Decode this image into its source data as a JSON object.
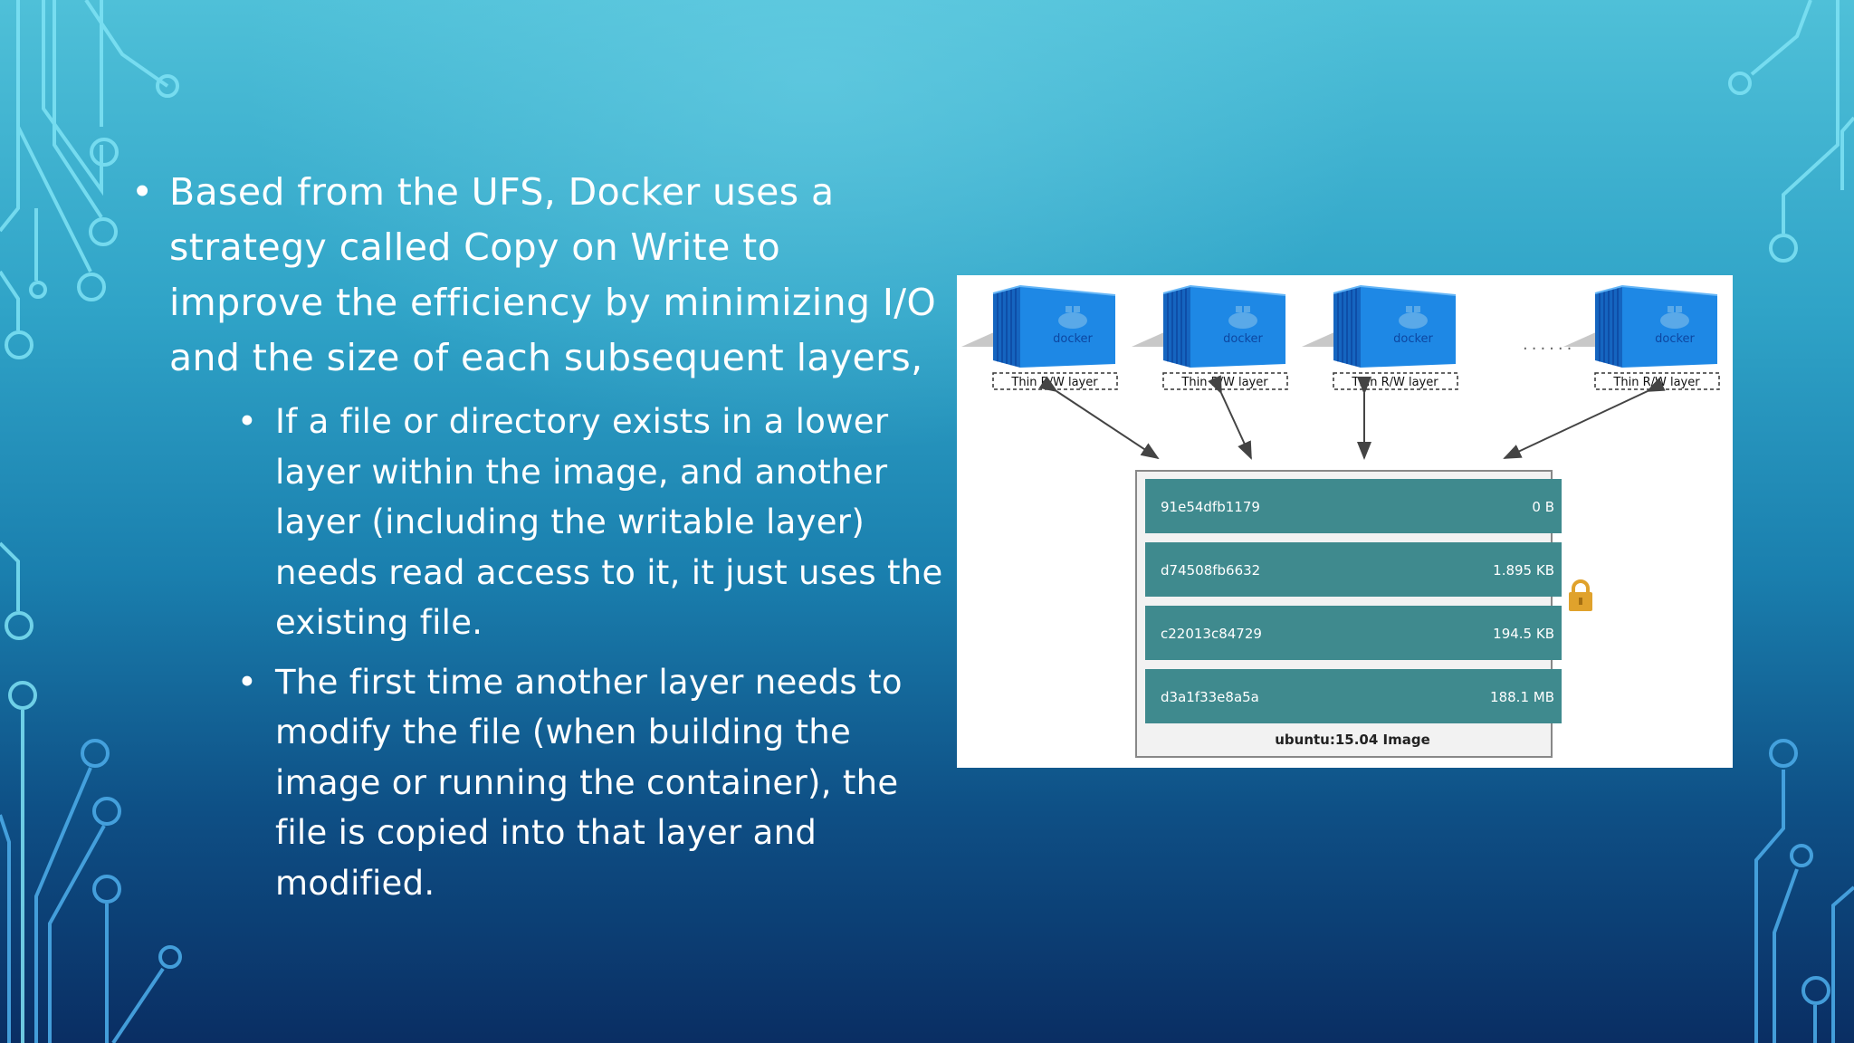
{
  "slide": {
    "bullet_main": "Based from the UFS, Docker uses a strategy called Copy on Write to improve the efficiency by minimizing I/O and the size of each subsequent layers,",
    "sub_bullets": [
      "If a file or directory exists in a lower layer within the image, and another layer (including the writable layer) needs read access to it, it just uses the existing file.",
      "The first time another layer needs to modify the file (when building the image or running the container), the file is copied into that layer and modified."
    ]
  },
  "diagram": {
    "container_brand": "docker",
    "container_label": "Thin R/W layer",
    "ellipsis": "......",
    "image_label": "ubuntu:15.04 Image",
    "layers": [
      {
        "id": "91e54dfb1179",
        "size": "0 B"
      },
      {
        "id": "d74508fb6632",
        "size": "1.895 KB"
      },
      {
        "id": "c22013c84729",
        "size": "194.5 KB"
      },
      {
        "id": "d3a1f33e8a5a",
        "size": "188.1 MB"
      }
    ],
    "colors": {
      "container_blue": "#1e88e5",
      "layer_teal": "#3f8a8e",
      "lock_gold": "#e0a22c"
    },
    "icons": [
      "container-icon",
      "lock-icon",
      "arrow-icon"
    ]
  }
}
